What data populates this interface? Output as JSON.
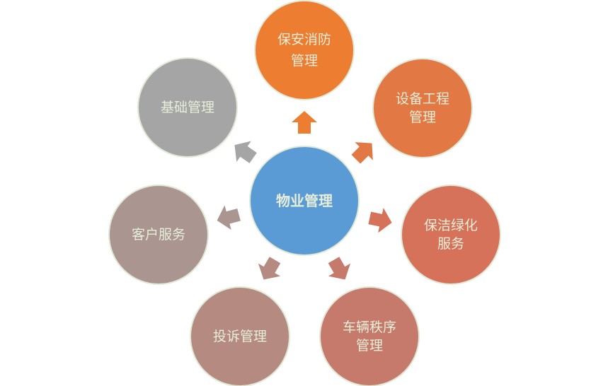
{
  "center": {
    "label": "物业管理",
    "color": "#5b9bd5"
  },
  "nodes": [
    {
      "key": "fire",
      "lines": [
        "保安消防",
        "管理"
      ],
      "color": "#ed7d31"
    },
    {
      "key": "equip",
      "lines": [
        "设备工程",
        "管理"
      ],
      "color": "#e27843"
    },
    {
      "key": "clean",
      "lines": [
        "保洁绿化",
        "服务"
      ],
      "color": "#d57259"
    },
    {
      "key": "vehicle",
      "lines": [
        "车辆秩序",
        "管理"
      ],
      "color": "#c67a6b"
    },
    {
      "key": "complaint",
      "lines": [
        "投诉管理"
      ],
      "color": "#b58a80"
    },
    {
      "key": "service",
      "lines": [
        "客户服务"
      ],
      "color": "#ab9590"
    },
    {
      "key": "basic",
      "lines": [
        "基础管理"
      ],
      "color": "#a5a5a5"
    }
  ],
  "arrow_colors": {
    "fire": "#ed7d31",
    "equip": "#e27843",
    "clean": "#d57259",
    "vehicle": "#c67a6b",
    "complaint": "#b58a80",
    "service": "#ab9590",
    "basic": "#a5a5a5"
  }
}
